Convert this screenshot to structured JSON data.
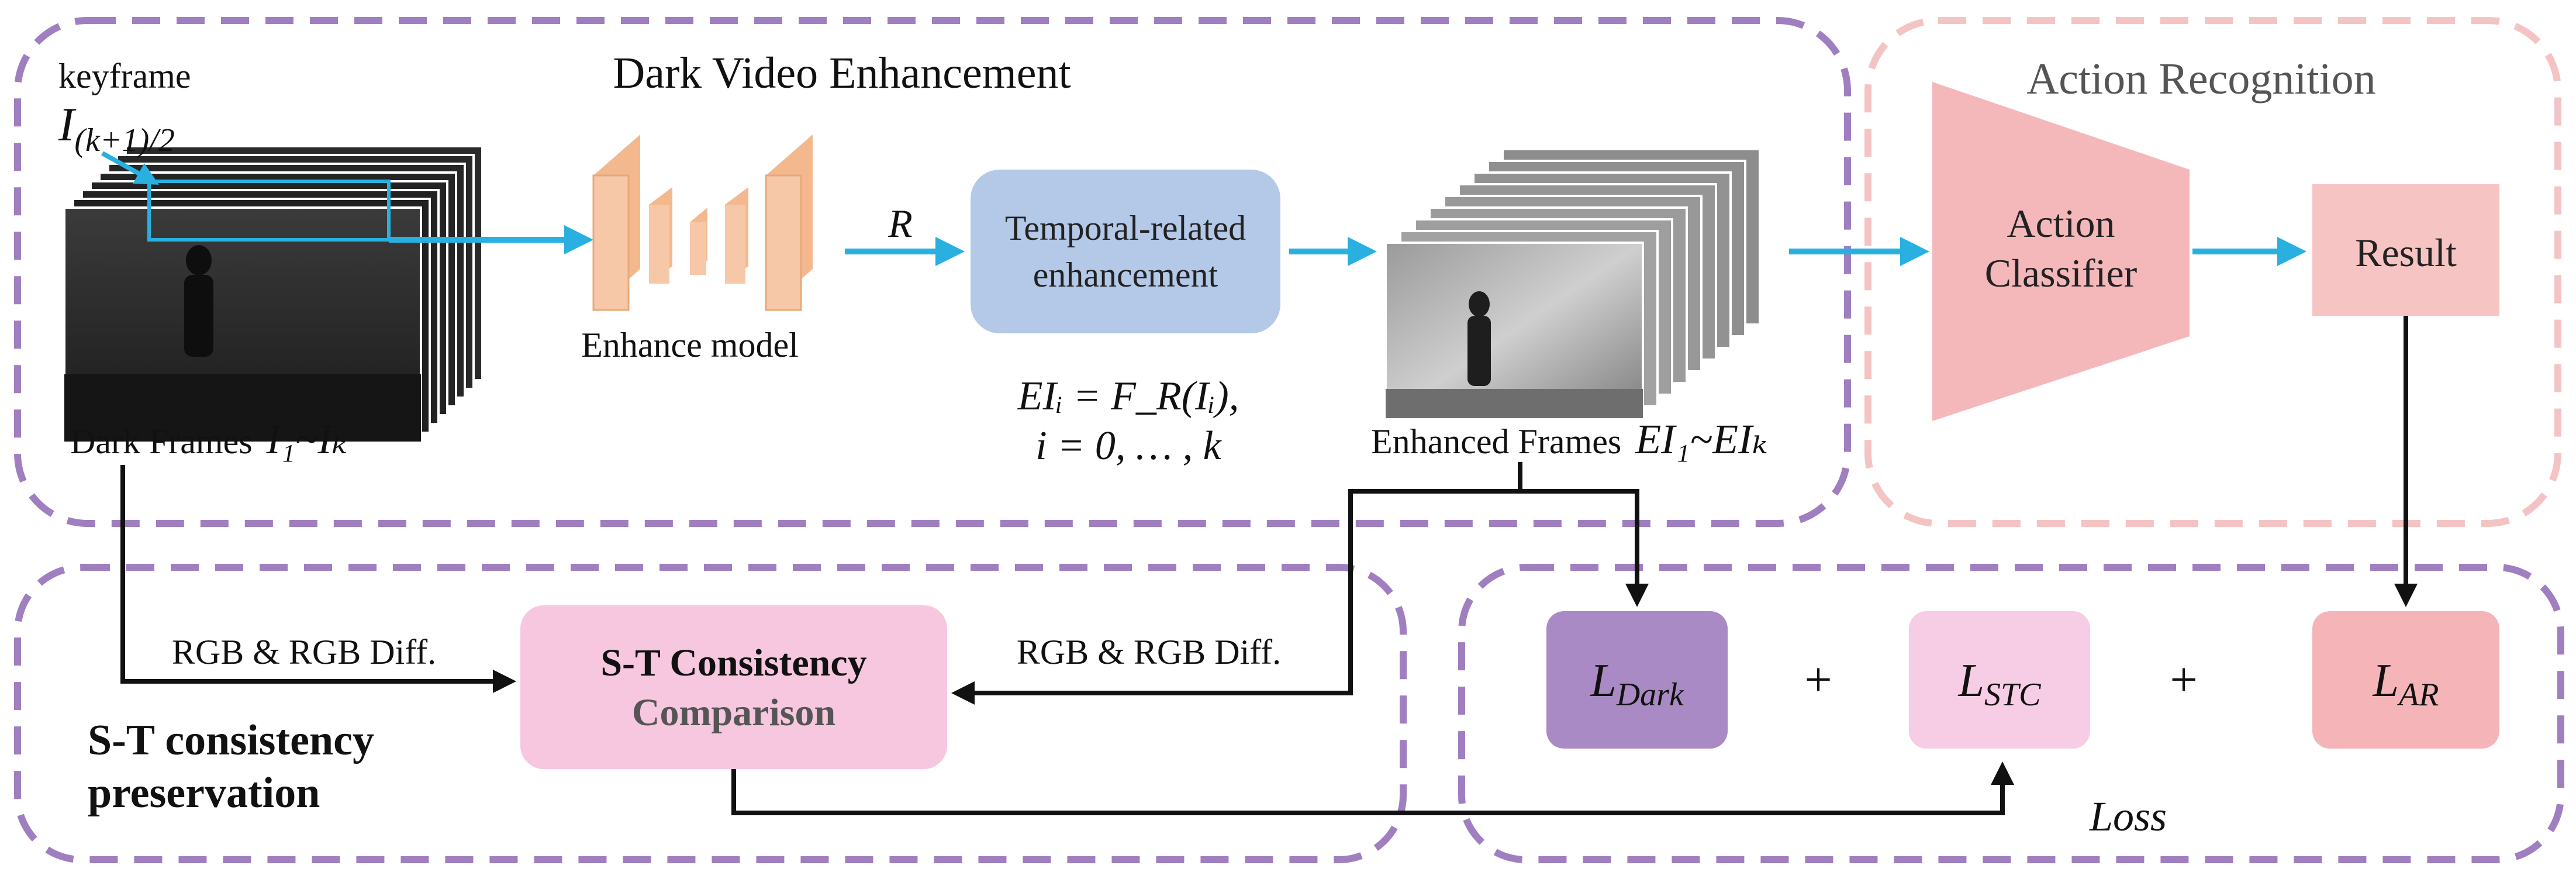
{
  "colors": {
    "purple_border": "#9f7fbf",
    "pink_border": "#f4c3c3",
    "arrow_blue": "#29b0e0",
    "enhance_block": "#f6c8a8",
    "temporal_box": "#b4c8e8",
    "classifier": "#f4b8bb",
    "result": "#f7c4c4",
    "stc_box": "#f7c6df",
    "loss_dark": "#a98ac4",
    "loss_stc": "#f6cde4",
    "loss_ar": "#f5b5b8"
  },
  "sections": {
    "dark_video_enhancement": "Dark Video Enhancement",
    "action_recognition": "Action Recognition",
    "st_consistency_line1": "S-T consistency",
    "st_consistency_line2": "preservation"
  },
  "dark_frames": {
    "keyframe_label": "keyframe",
    "keyframe_symbol": "I",
    "keyframe_subscript": "(k+1)/2",
    "caption": "Dark Frames",
    "caption_math": "I₁~Iₖ"
  },
  "enhance_model": {
    "label": "Enhance model",
    "output_symbol": "R"
  },
  "temporal": {
    "line1": "Temporal-related",
    "line2": "enhancement",
    "formula_line1": "EIᵢ = F_R(Iᵢ),",
    "formula_line2": "i = 0, … , k"
  },
  "enhanced_frames": {
    "caption": "Enhanced Frames",
    "caption_math": "EI₁~EIₖ"
  },
  "classifier": {
    "line1": "Action",
    "line2": "Classifier"
  },
  "result": {
    "label": "Result"
  },
  "st_comparison": {
    "line1": "S-T Consistency",
    "line2": "Comparison",
    "left_input": "RGB & RGB Diff.",
    "right_input": "RGB & RGB Diff."
  },
  "loss": {
    "dark": "L",
    "dark_sub": "Dark",
    "stc": "L",
    "stc_sub": "STC",
    "ar": "L",
    "ar_sub": "AR",
    "plus1": "+",
    "plus2": "+",
    "label": "Loss"
  }
}
